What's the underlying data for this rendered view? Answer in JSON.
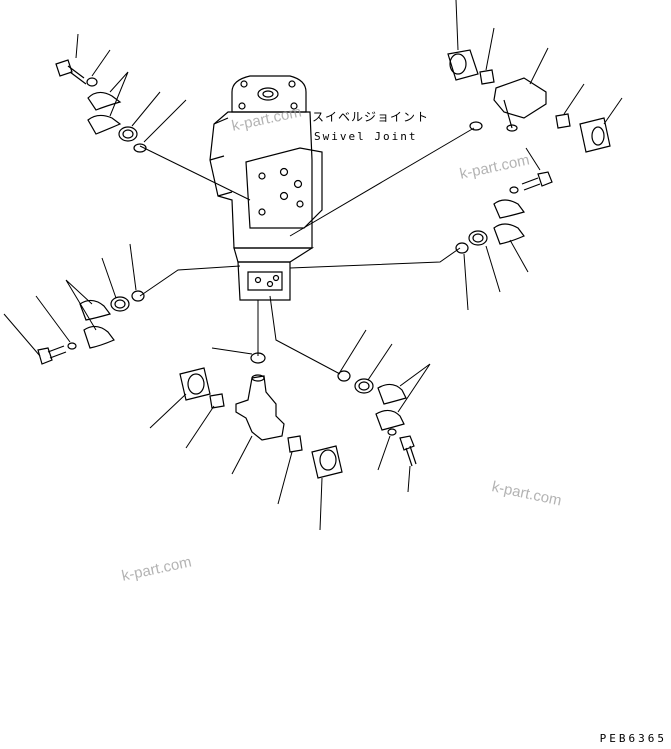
{
  "part_label": {
    "japanese": "スイベルジョイント",
    "english": "Swivel Joint"
  },
  "watermarks": [
    "k-part.com",
    "k-part.com",
    "k-part.com",
    "k-part.com"
  ],
  "drawing_code": "PEB6365"
}
